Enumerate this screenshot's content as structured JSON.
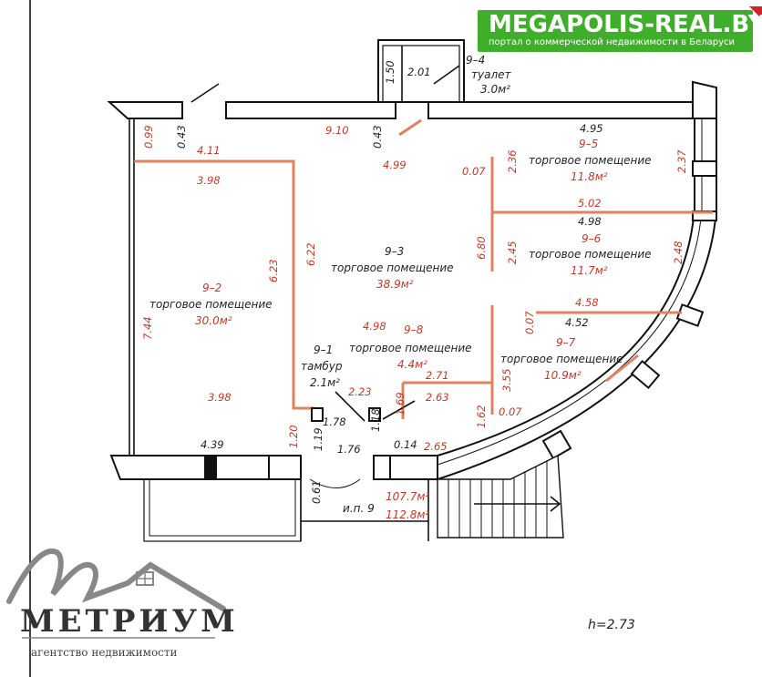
{
  "brand": {
    "name": "MEGAPOLIS-REAL.BY",
    "tagline": "портал о коммерческой недвижимости в Беларуси",
    "color": "#3fae2a",
    "corner_color": "#d4232a"
  },
  "agency": {
    "name": "МЕТРИУМ",
    "tagline": "агентство недвижимости"
  },
  "ceiling_height": "h=2.73",
  "rooms": {
    "r91": {
      "id": "9–1",
      "name": "тамбур",
      "area": "2.1м²"
    },
    "r92": {
      "id": "9–2",
      "name": "торговое помещение",
      "area": "30.0м²"
    },
    "r93": {
      "id": "9–3",
      "name": "торговое помещение",
      "area": "38.9м²"
    },
    "r94": {
      "id": "9–4",
      "name": "туалет",
      "area": "3.0м²"
    },
    "r95": {
      "id": "9–5",
      "name": "торговое помещение",
      "area": "11.8м²"
    },
    "r96": {
      "id": "9–6",
      "name": "торговое помещение",
      "area": "11.7м²"
    },
    "r97": {
      "id": "9–7",
      "name": "торговое помещение",
      "area": "10.9м²"
    },
    "r98": {
      "id": "9–8",
      "name": "торговое помещение",
      "area": "4.4м²"
    }
  },
  "unit": {
    "label": "и.п. 9",
    "area_1": "107.7м²",
    "area_2": "112.8м²"
  },
  "dims": {
    "d099": "0.99",
    "d043a": "0.43",
    "d910": "9.10",
    "d043b": "0.43",
    "d150": "1.50",
    "d201": "2.01",
    "d411": "4.11",
    "d398a": "3.98",
    "d499": "4.99",
    "d495": "4.95",
    "d007a": "0.07",
    "d236": "2.36",
    "d237": "2.37",
    "d502": "5.02",
    "d498a": "4.98",
    "d680": "6.80",
    "d245": "2.45",
    "d248": "2.48",
    "d623": "6.23",
    "d622": "6.22",
    "d744": "7.44",
    "d458": "4.58",
    "d007b": "0.07",
    "d452": "4.52",
    "d498b": "4.98",
    "d271": "2.71",
    "d355": "3.55",
    "d223": "2.23",
    "d169": "1.69",
    "d263": "2.63",
    "d007c": "0.07",
    "d162": "1.62",
    "d178": "1.78",
    "d118": "1.18",
    "d398b": "3.98",
    "d120": "1.20",
    "d119": "1.19",
    "d176": "1.76",
    "d014": "0.14",
    "d265": "2.65",
    "d439": "4.39",
    "d061": "0.61"
  }
}
